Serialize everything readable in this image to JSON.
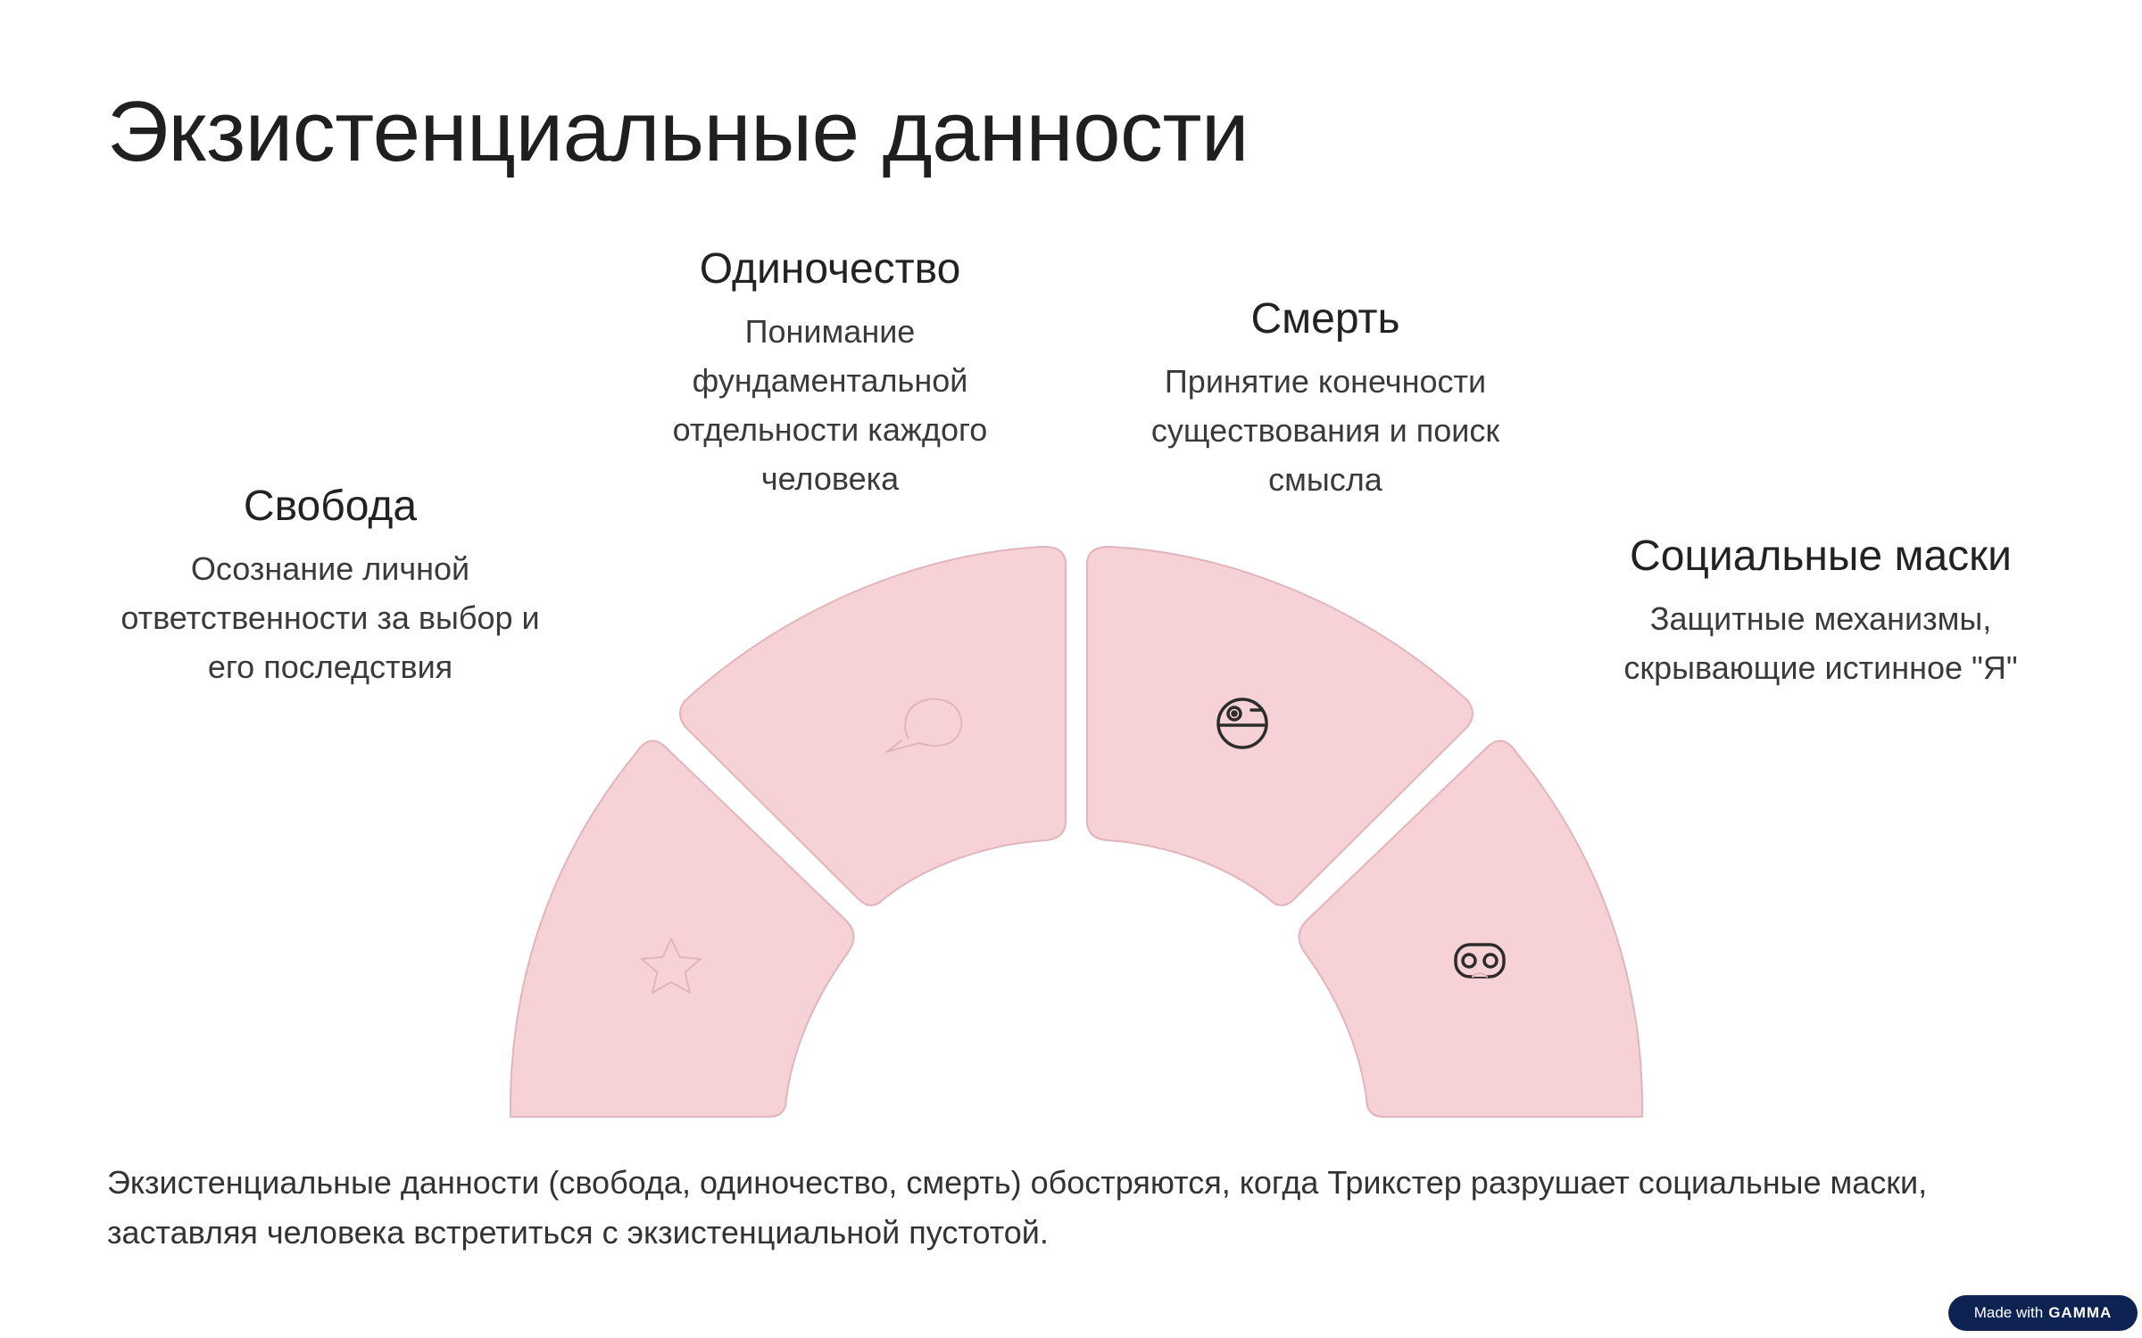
{
  "title": "Экзистенциальные данности",
  "segments": [
    {
      "title": "Свобода",
      "description": "Осознание личной ответственности за выбор и его последствия",
      "icon": "star-icon"
    },
    {
      "title": "Одиночество",
      "description": "Понимание фундаментальной отдельности каждого человека",
      "icon": "speech-bubble-icon"
    },
    {
      "title": "Смерть",
      "description": "Принятие конечности существования и поиск смысла",
      "icon": "death-star-icon"
    },
    {
      "title": "Социальные маски",
      "description": "Защитные механизмы, скрывающие истинное \"Я\"",
      "icon": "mask-icon"
    }
  ],
  "footer": "Экзистенциальные данности (свобода, одиночество, смерть) обостряются, когда Трикстер разрушает социальные маски, заставляя человека встретиться с экзистенциальной пустотой.",
  "badge": {
    "prefix": "Made with",
    "brand": "GAMMA"
  },
  "colors": {
    "segment_fill": "#f6d2d7",
    "segment_stroke": "#e2b4bb",
    "badge_background": "#0f2352"
  }
}
